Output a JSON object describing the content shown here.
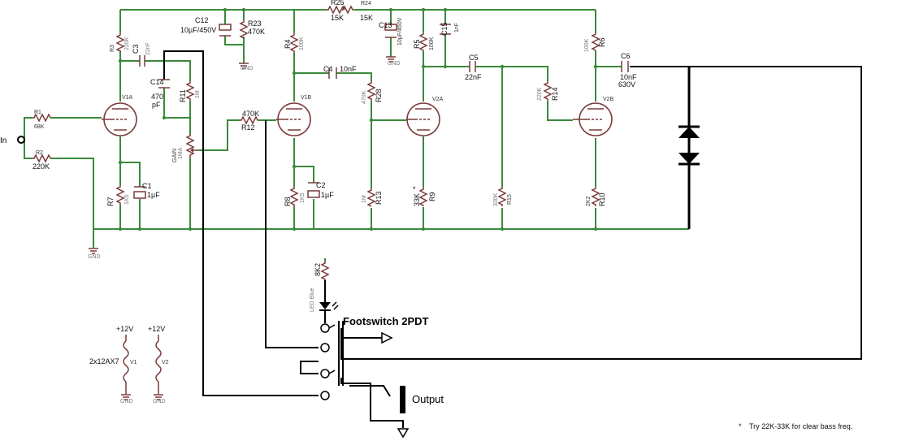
{
  "input": {
    "label": "In"
  },
  "resistors": {
    "r1_top": {
      "ref": "R3",
      "value": "220K"
    },
    "r1": {
      "ref": "R1",
      "value": "68K"
    },
    "r2": {
      "ref": "R2",
      "value": "220K"
    },
    "r7": {
      "ref": "R7",
      "value": "1K5"
    },
    "r11": {
      "ref": "R11",
      "value": "1M"
    },
    "r12": {
      "ref": "R12",
      "value": "470K"
    },
    "r23": {
      "ref": "R23",
      "value": "470K"
    },
    "r25": {
      "ref": "R25",
      "value": "15K"
    },
    "r24": {
      "ref": "R24",
      "value": "15K"
    },
    "r4": {
      "ref": "R4",
      "value": "100K"
    },
    "r8": {
      "ref": "R8",
      "value": "1K5"
    },
    "r28": {
      "ref": "R28",
      "value": "470K"
    },
    "r13": {
      "ref": "R13",
      "value": "1M"
    },
    "r5": {
      "ref": "R5",
      "value": "100K"
    },
    "r9": {
      "ref": "R9",
      "value": "33K"
    },
    "r14": {
      "ref": "R14",
      "value": "220K"
    },
    "r15": {
      "ref": "R15",
      "value": "330K"
    },
    "r6": {
      "ref": "R6",
      "value": "100K"
    },
    "r10": {
      "ref": "R10",
      "value": "2K2"
    },
    "r_led": {
      "ref": "",
      "value": "8K2"
    }
  },
  "capacitors": {
    "c3": {
      "ref": "C3",
      "value": "22nF"
    },
    "c14": {
      "ref": "C14",
      "value": "470",
      "unit": "pF"
    },
    "c1": {
      "ref": "C1",
      "value": "1µF"
    },
    "c12": {
      "ref": "C12",
      "value": "10µF/450V"
    },
    "c13": {
      "ref": "C13",
      "value": "10µF/450V"
    },
    "c4": {
      "ref": "C4",
      "value": "10nF"
    },
    "c2": {
      "ref": "C2",
      "value": "1µF"
    },
    "c15": {
      "ref": "C15",
      "value": "1nF"
    },
    "c5": {
      "ref": "C5",
      "value": "22nF"
    },
    "c6": {
      "ref": "C6",
      "value": "10nF",
      "voltage": "630V"
    }
  },
  "pot": {
    "name": "GAIN",
    "value": "1MA"
  },
  "tubes": {
    "v1a": "V1A",
    "v1b": "V1B",
    "v2a": "V2A",
    "v2b": "V2B"
  },
  "gnd_label": "GND",
  "heaters": {
    "supply": "+12V",
    "type": "2x12AX7",
    "v1": "V1",
    "v2": "V2"
  },
  "led": {
    "label": "LED Blue"
  },
  "footswitch": {
    "label": "Footswitch 2PDT"
  },
  "output": {
    "label": "Output"
  },
  "note": {
    "star": "*",
    "text": "Try 22K-33K for clear bass freq."
  },
  "colors": {
    "wire": "#3a8a3a",
    "component": "#7a3a3a",
    "switch_wiring": "#000000"
  }
}
